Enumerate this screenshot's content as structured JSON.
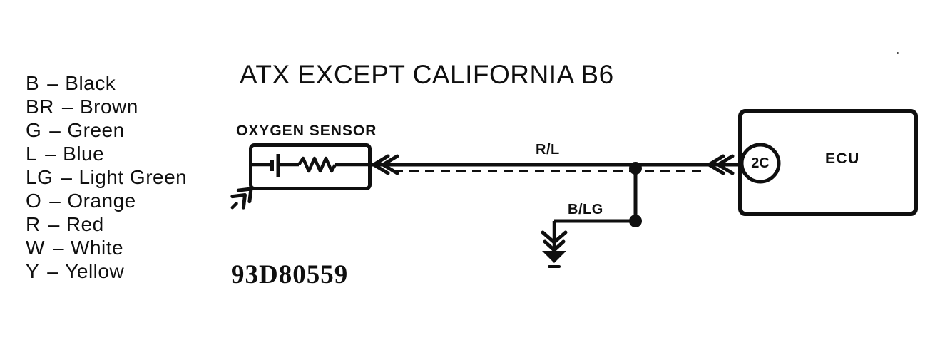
{
  "window": {
    "background": "#ffffff",
    "ink": "#0f0f0f"
  },
  "legend": {
    "dash": "–",
    "items": [
      {
        "code": "B",
        "name": "Black"
      },
      {
        "code": "BR",
        "name": "Brown"
      },
      {
        "code": "G",
        "name": "Green"
      },
      {
        "code": "L",
        "name": "Blue"
      },
      {
        "code": "LG",
        "name": "Light Green"
      },
      {
        "code": "O",
        "name": "Orange"
      },
      {
        "code": "R",
        "name": "Red"
      },
      {
        "code": "W",
        "name": "White"
      },
      {
        "code": "Y",
        "name": "Yellow"
      }
    ]
  },
  "diagram": {
    "title": "ATX EXCEPT CALIFORNIA B6",
    "figure_id": "93D80559",
    "oxygen_sensor_label": "OXYGEN SENSOR",
    "ecu_label": "ECU",
    "ecu_connector_label": "2C",
    "wire_labels": {
      "signal": "R/L",
      "ground": "B/LG"
    }
  }
}
